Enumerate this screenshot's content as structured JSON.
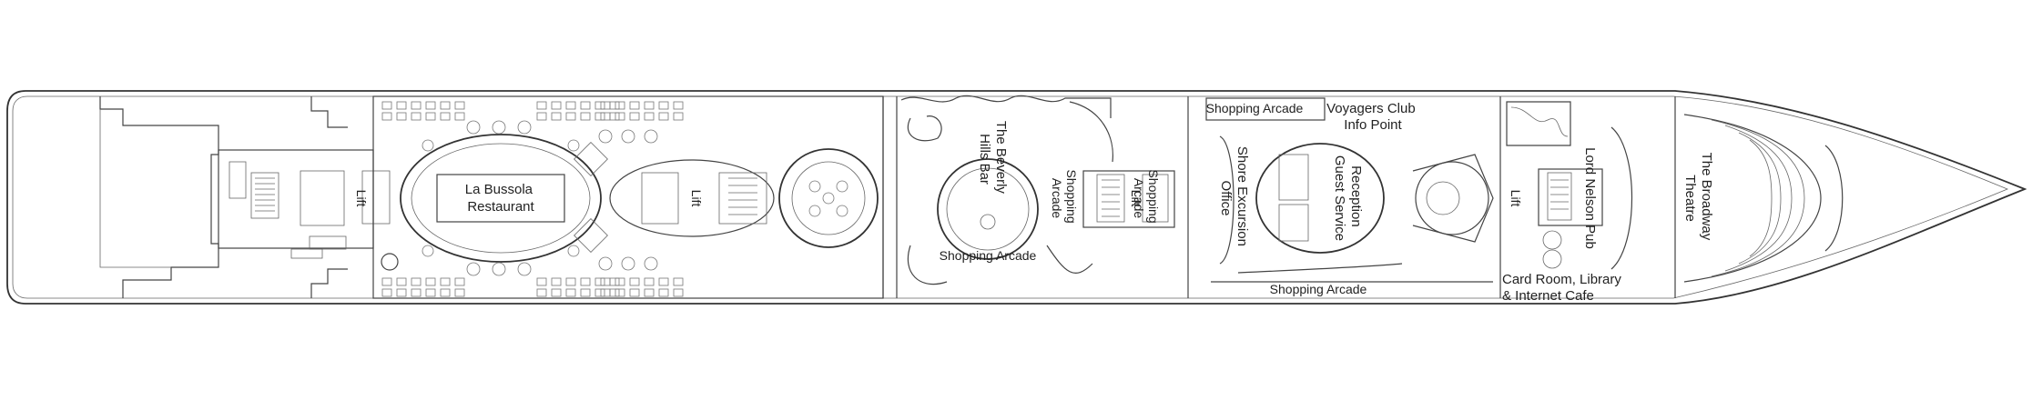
{
  "labels": {
    "lift_aft": "Lift",
    "la_bussola_1": "La Bussola",
    "la_bussola_2": "Restaurant",
    "lift_mid_aft": "Lift",
    "beverly_1": "The Beverly",
    "beverly_2": "Hills Bar",
    "shopping_arcade_curve": "Shopping Arcade",
    "shopping_arcade_v1_a": "Shopping",
    "shopping_arcade_v1_b": "Arcade",
    "lift_mid": "Lift",
    "shopping_arcade_v2_a": "Shopping",
    "shopping_arcade_v2_b": "Arcade",
    "shore_1": "Shore Excursion",
    "shore_2": "Office",
    "shopping_arcade_top": "Shopping Arcade",
    "voyagers_1": "Voyagers Club",
    "voyagers_2": "Info Point",
    "reception_1": "Reception",
    "reception_2": "Guest Service",
    "shopping_arcade_bottom": "Shopping Arcade",
    "lift_fwd": "Lift",
    "lord_nelson": "Lord Nelson Pub",
    "card_room_1": "Card Room, Library",
    "card_room_2": "& Internet Cafe",
    "broadway_1": "The Broadway",
    "broadway_2": "Theatre"
  },
  "colors": {
    "outline": "#333333",
    "detail": "#777777",
    "background": "#ffffff"
  }
}
